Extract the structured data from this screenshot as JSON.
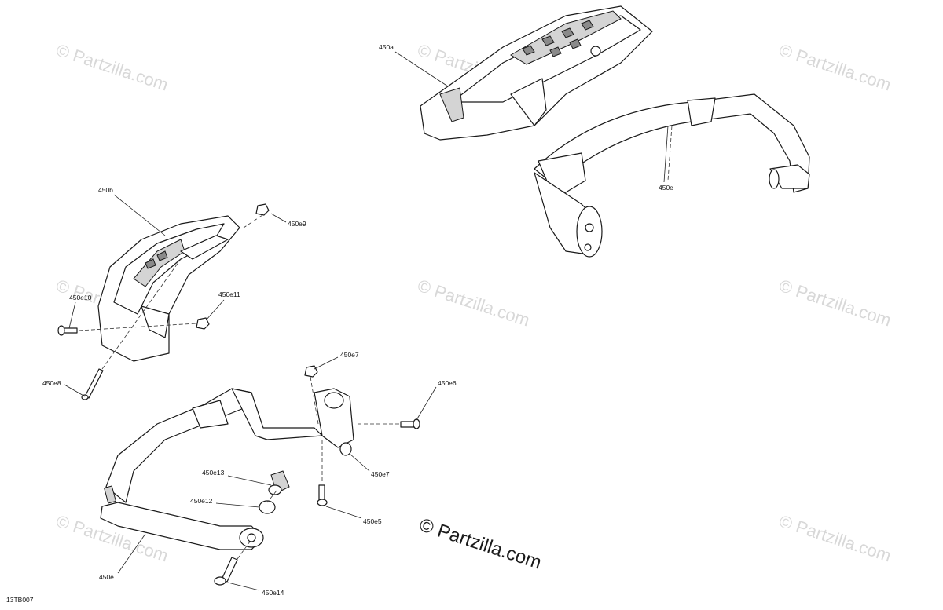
{
  "watermark_text": "© Partzilla.com",
  "copyright": "© Partzilla.com",
  "drawing_code": "13TB007",
  "labels": {
    "a450a": "450a",
    "a450b": "450b",
    "a450e_top": "450e",
    "a450e_bottom": "450e",
    "a450e5": "450e5",
    "a450e6": "450e6",
    "a450e7_top": "450e7",
    "a450e7_bottom": "450e7",
    "a450e8": "450e8",
    "a450e9": "450e9",
    "a450e10": "450e10",
    "a450e11": "450e11",
    "a450e12": "450e12",
    "a450e13": "450e13",
    "a450e14": "450e14"
  }
}
